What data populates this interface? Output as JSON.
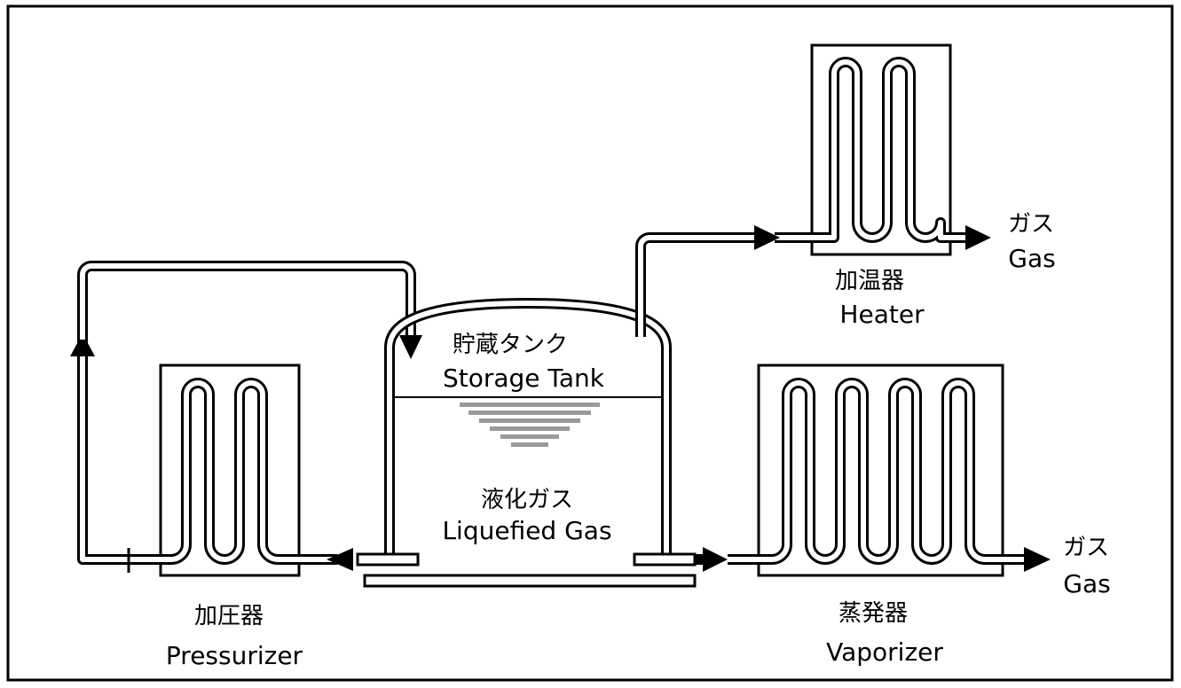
{
  "storage_tank": {
    "label_ja": "貯蔵タンク",
    "label_en": "Storage Tank"
  },
  "liquefied_gas": {
    "label_ja": "液化ガス",
    "label_en": "Liquefied Gas"
  },
  "heater": {
    "label_ja": "加温器",
    "label_en": "Heater"
  },
  "pressurizer": {
    "label_ja": "加圧器",
    "label_en": "Pressurizer"
  },
  "vaporizer": {
    "label_ja": "蒸発器",
    "label_en": "Vaporizer"
  },
  "gas_outlet_heater": {
    "label_ja": "ガス",
    "label_en": "Gas"
  },
  "gas_outlet_vaporizer": {
    "label_ja": "ガス",
    "label_en": "Gas"
  }
}
